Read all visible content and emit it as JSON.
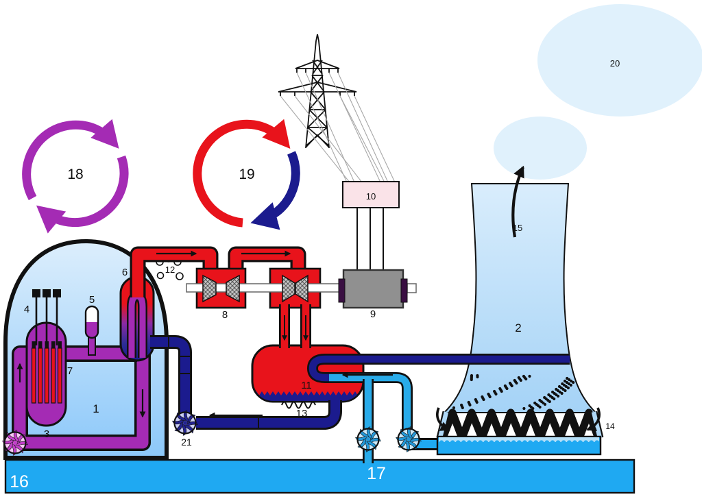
{
  "labels": {
    "containment_building": "1",
    "cooling_tower": "2",
    "reactor_pressure_vessel": "3",
    "control_rods": "4",
    "pressurizer": "5",
    "steam_generator": "6",
    "fuel_elements": "7",
    "turbine": "8",
    "generator": "9",
    "transformer": "10",
    "condenser": "11",
    "steam_bubbles": "12",
    "condensate": "13",
    "air_intake": "14",
    "water_vapour": "15",
    "river": "16",
    "cooling_water_circulation": "17",
    "primary_circuit": "18",
    "secondary_circuit": "19",
    "vapour_cloud": "20",
    "feedwater_pump": "21"
  },
  "colors": {
    "primary_purple": "#A42BB4",
    "secondary_hot_red": "#E8131B",
    "secondary_cold_dark_blue": "#1B1B8E",
    "cooling_cyan": "#1FA9F2",
    "containment_fill_top": "#DCEEFC",
    "containment_fill_bottom": "#8CC8F9",
    "cloud_fill": "#E0F1FC",
    "transformer_pink": "#FAE3E8",
    "generator_gray": "#909090"
  }
}
